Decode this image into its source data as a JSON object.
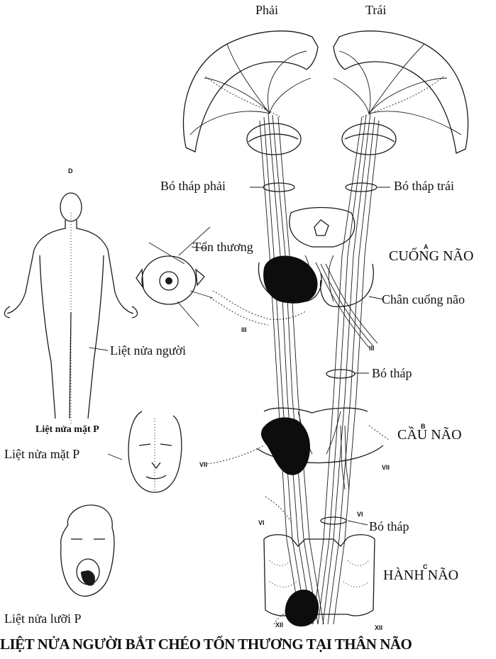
{
  "labels": {
    "right_side": "Phải",
    "left_side": "Trái",
    "corticospinal_right": "Bó tháp phải",
    "corticospinal_left": "Bó tháp trái",
    "lesion": "Tổn thương",
    "midbrain": "CUỐNG NÃO",
    "cerebral_peduncle": "Chân cuống não",
    "pyramidal_tract_1": "Bó tháp",
    "pons": "CẦU NÃO",
    "pyramidal_tract_2": "Bó tháp",
    "medulla": "HÀNH NÃO",
    "hemiplegia": "Liệt nửa người",
    "face_title": "Liệt nửa mặt P",
    "face_pointer": "Liệt nửa mặt P",
    "tongue": "Liệt nửa lưỡi P",
    "nerve_iii_left": "III",
    "nerve_iii_right": "III",
    "nerve_vii_left": "VII",
    "nerve_vii_right": "VII",
    "nerve_vi_left": "VI",
    "nerve_vi_right": "VI",
    "nerve_xii_left": "XII",
    "nerve_xii_right": "XII",
    "panel_a": "A",
    "panel_b": "B",
    "panel_c": "C",
    "panel_d": "D"
  },
  "caption": "LIỆT NỬA NGƯỜI BẮT CHÉO TỔN THƯƠNG TẠI THÂN NÃO",
  "colors": {
    "ink": "#1a1a1a",
    "lesion": "#0d0d0d",
    "background": "#ffffff"
  }
}
